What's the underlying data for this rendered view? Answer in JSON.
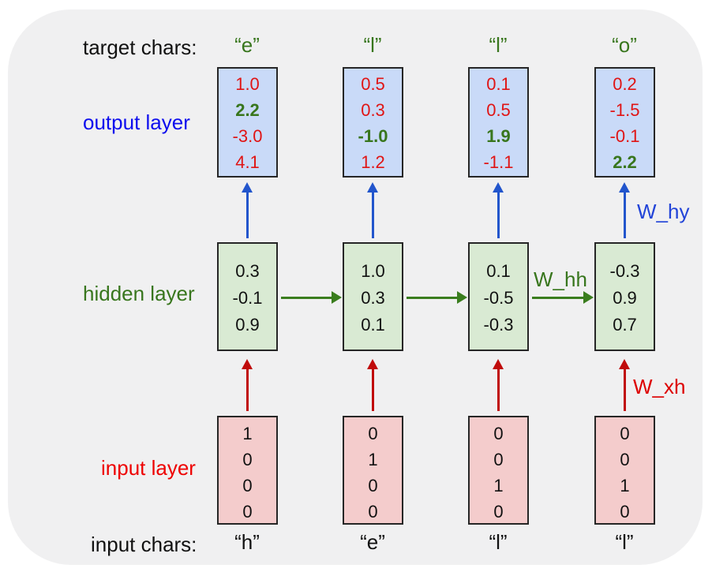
{
  "labels": {
    "target_chars": "target chars:",
    "output_layer": "output layer",
    "hidden_layer": "hidden layer",
    "input_layer": "input layer",
    "input_chars": "input chars:",
    "w_hy": "W_hy",
    "w_hh": "W_hh",
    "w_xh": "W_xh"
  },
  "columns": [
    {
      "target_char": "“e”",
      "output": {
        "values": [
          "1.0",
          "2.2",
          "-3.0",
          "4.1"
        ],
        "highlight_index": 1
      },
      "hidden": {
        "values": [
          "0.3",
          "-0.1",
          "0.9"
        ]
      },
      "input": {
        "values": [
          "1",
          "0",
          "0",
          "0"
        ]
      },
      "input_char": "“h”"
    },
    {
      "target_char": "“l”",
      "output": {
        "values": [
          "0.5",
          "0.3",
          "-1.0",
          "1.2"
        ],
        "highlight_index": 2
      },
      "hidden": {
        "values": [
          "1.0",
          "0.3",
          "0.1"
        ]
      },
      "input": {
        "values": [
          "0",
          "1",
          "0",
          "0"
        ]
      },
      "input_char": "“e”"
    },
    {
      "target_char": "“l”",
      "output": {
        "values": [
          "0.1",
          "0.5",
          "1.9",
          "-1.1"
        ],
        "highlight_index": 2
      },
      "hidden": {
        "values": [
          "0.1",
          "-0.5",
          "-0.3"
        ]
      },
      "input": {
        "values": [
          "0",
          "0",
          "1",
          "0"
        ]
      },
      "input_char": "“l”"
    },
    {
      "target_char": "“o”",
      "output": {
        "values": [
          "0.2",
          "-1.5",
          "-0.1",
          "2.2"
        ],
        "highlight_index": 3
      },
      "hidden": {
        "values": [
          "-0.3",
          "0.9",
          "0.7"
        ]
      },
      "input": {
        "values": [
          "0",
          "0",
          "1",
          "0"
        ]
      },
      "input_char": "“l”"
    }
  ],
  "colors": {
    "slide_background": "#f0f0f1",
    "output_box_fill": "#c9daf8",
    "hidden_box_fill": "#d9ead3",
    "input_box_fill": "#f4cccc",
    "box_border": "#262626",
    "output_value_red": "#e01414",
    "target_green": "#38761d",
    "output_label_blue": "#0d0dee",
    "input_label_red": "#ee0000",
    "blue_arrow": "#2255cc",
    "green_arrow": "#3a7d1e",
    "red_arrow": "#c00b0b"
  }
}
